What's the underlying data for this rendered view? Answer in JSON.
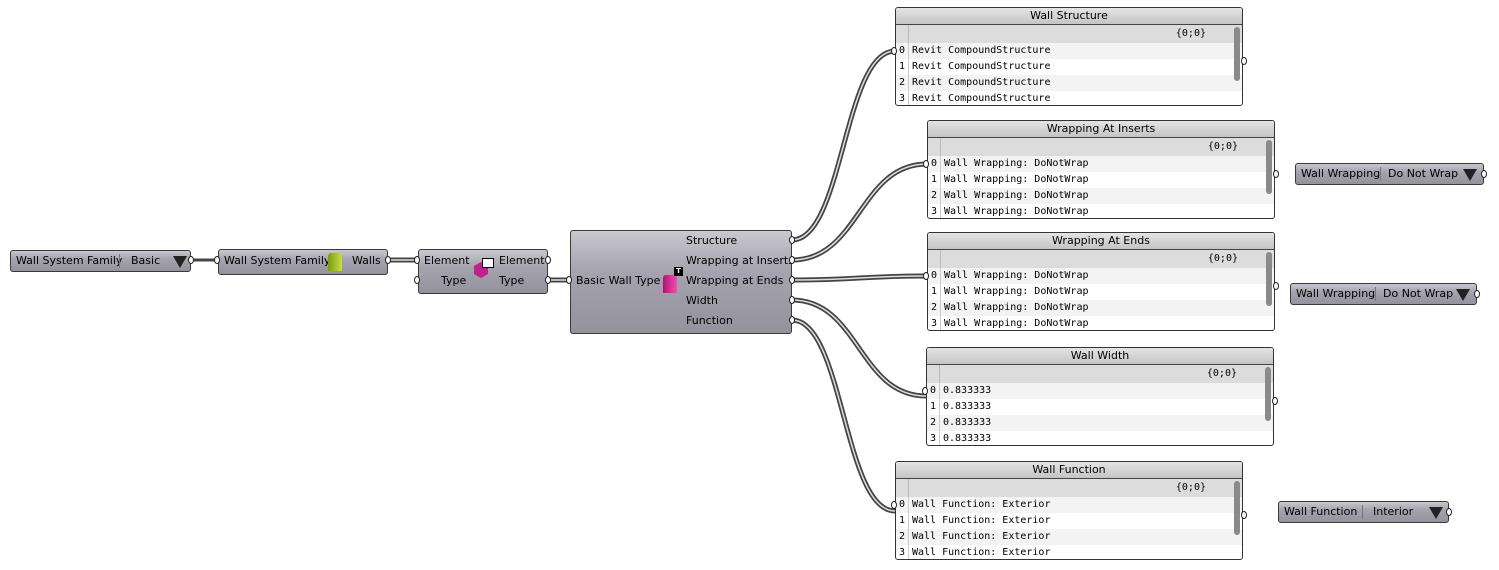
{
  "wsf_dropdown": {
    "label": "Wall System Family",
    "value": "Basic"
  },
  "wsf_component": {
    "input": "Wall System Family",
    "output": "Walls"
  },
  "element_type_component": {
    "inputs": [
      "Element",
      "Type"
    ],
    "outputs": [
      "Element",
      "Type"
    ]
  },
  "basic_wall_type": {
    "input": "Basic Wall Type",
    "badge": "T",
    "outputs": [
      "Structure",
      "Wrapping at Inserts",
      "Wrapping at Ends",
      "Width",
      "Function"
    ]
  },
  "panels": [
    {
      "title": "Wall Structure",
      "path": "{0;0}",
      "rows": [
        "Revit CompoundStructure",
        "Revit CompoundStructure",
        "Revit CompoundStructure",
        "Revit CompoundStructure"
      ]
    },
    {
      "title": "Wrapping At Inserts",
      "path": "{0;0}",
      "rows": [
        "Wall Wrapping: DoNotWrap",
        "Wall Wrapping: DoNotWrap",
        "Wall Wrapping: DoNotWrap",
        "Wall Wrapping: DoNotWrap"
      ]
    },
    {
      "title": "Wrapping At Ends",
      "path": "{0;0}",
      "rows": [
        "Wall Wrapping: DoNotWrap",
        "Wall Wrapping: DoNotWrap",
        "Wall Wrapping: DoNotWrap",
        "Wall Wrapping: DoNotWrap"
      ]
    },
    {
      "title": "Wall Width",
      "path": "{0;0}",
      "rows": [
        "0.833333",
        "0.833333",
        "0.833333",
        "0.833333"
      ]
    },
    {
      "title": "Wall Function",
      "path": "{0;0}",
      "rows": [
        "Wall Function: Exterior",
        "Wall Function: Exterior",
        "Wall Function: Exterior",
        "Wall Function: Exterior"
      ]
    }
  ],
  "value_lists": [
    {
      "label": "Wall Wrapping",
      "value": "Do Not Wrap"
    },
    {
      "label": "Wall Wrapping",
      "value": "Do Not Wrap"
    },
    {
      "label": "Wall Function",
      "value": "Interior"
    }
  ]
}
